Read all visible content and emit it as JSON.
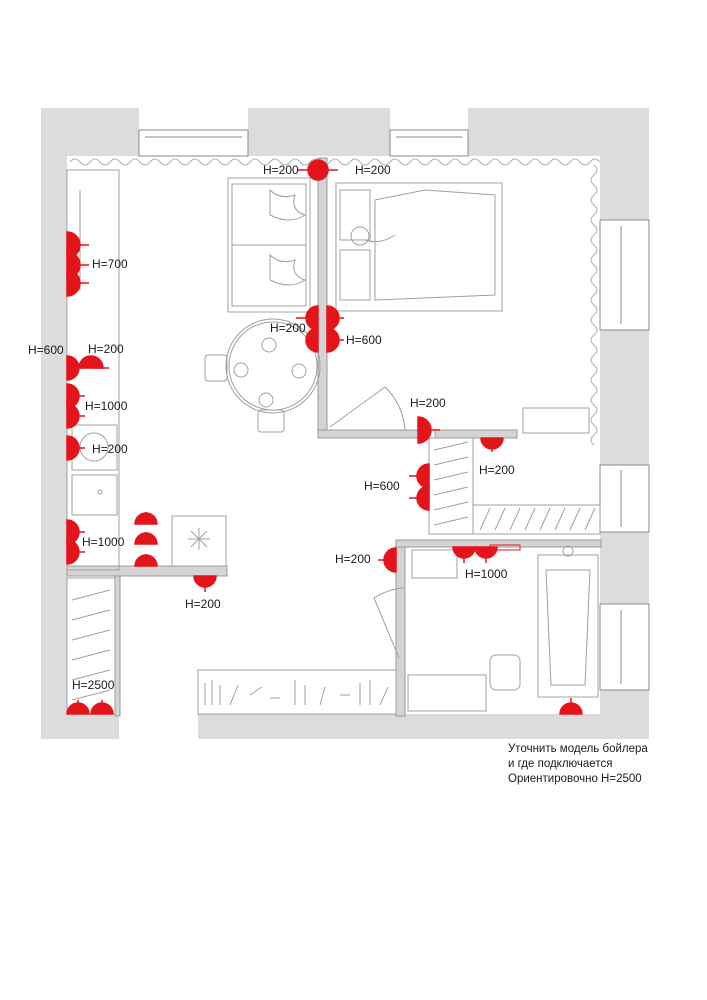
{
  "colors": {
    "wall": "#dcdcdc",
    "wall_dark": "#b9b9b9",
    "line": "#9a9a9a",
    "socket": "#e3141a",
    "text": "#1a1a1a"
  },
  "labels": {
    "h200_top_left": "H=200",
    "h200_top_right": "H=200",
    "h700": "H=700",
    "h200_center": "H=200",
    "h600_bedroom": "H=600",
    "h600_left_outside": "H=600",
    "h200_left": "H=200",
    "h1000_left": "H=1000",
    "h200_left_low": "H=200",
    "h200_doorway": "H=200",
    "h200_closet": "H=200",
    "h600_corridor": "H=600",
    "h1000_kitchen": "H=1000",
    "h200_bath_door": "H=200",
    "h1000_bath": "H=1000",
    "h200_kitchen_floor": "H=200",
    "h2500": "H=2500"
  },
  "note": {
    "line1": "Уточнить модель бойлера",
    "line2": "и где подключается",
    "line3": "Ориентировочно H=2500"
  }
}
